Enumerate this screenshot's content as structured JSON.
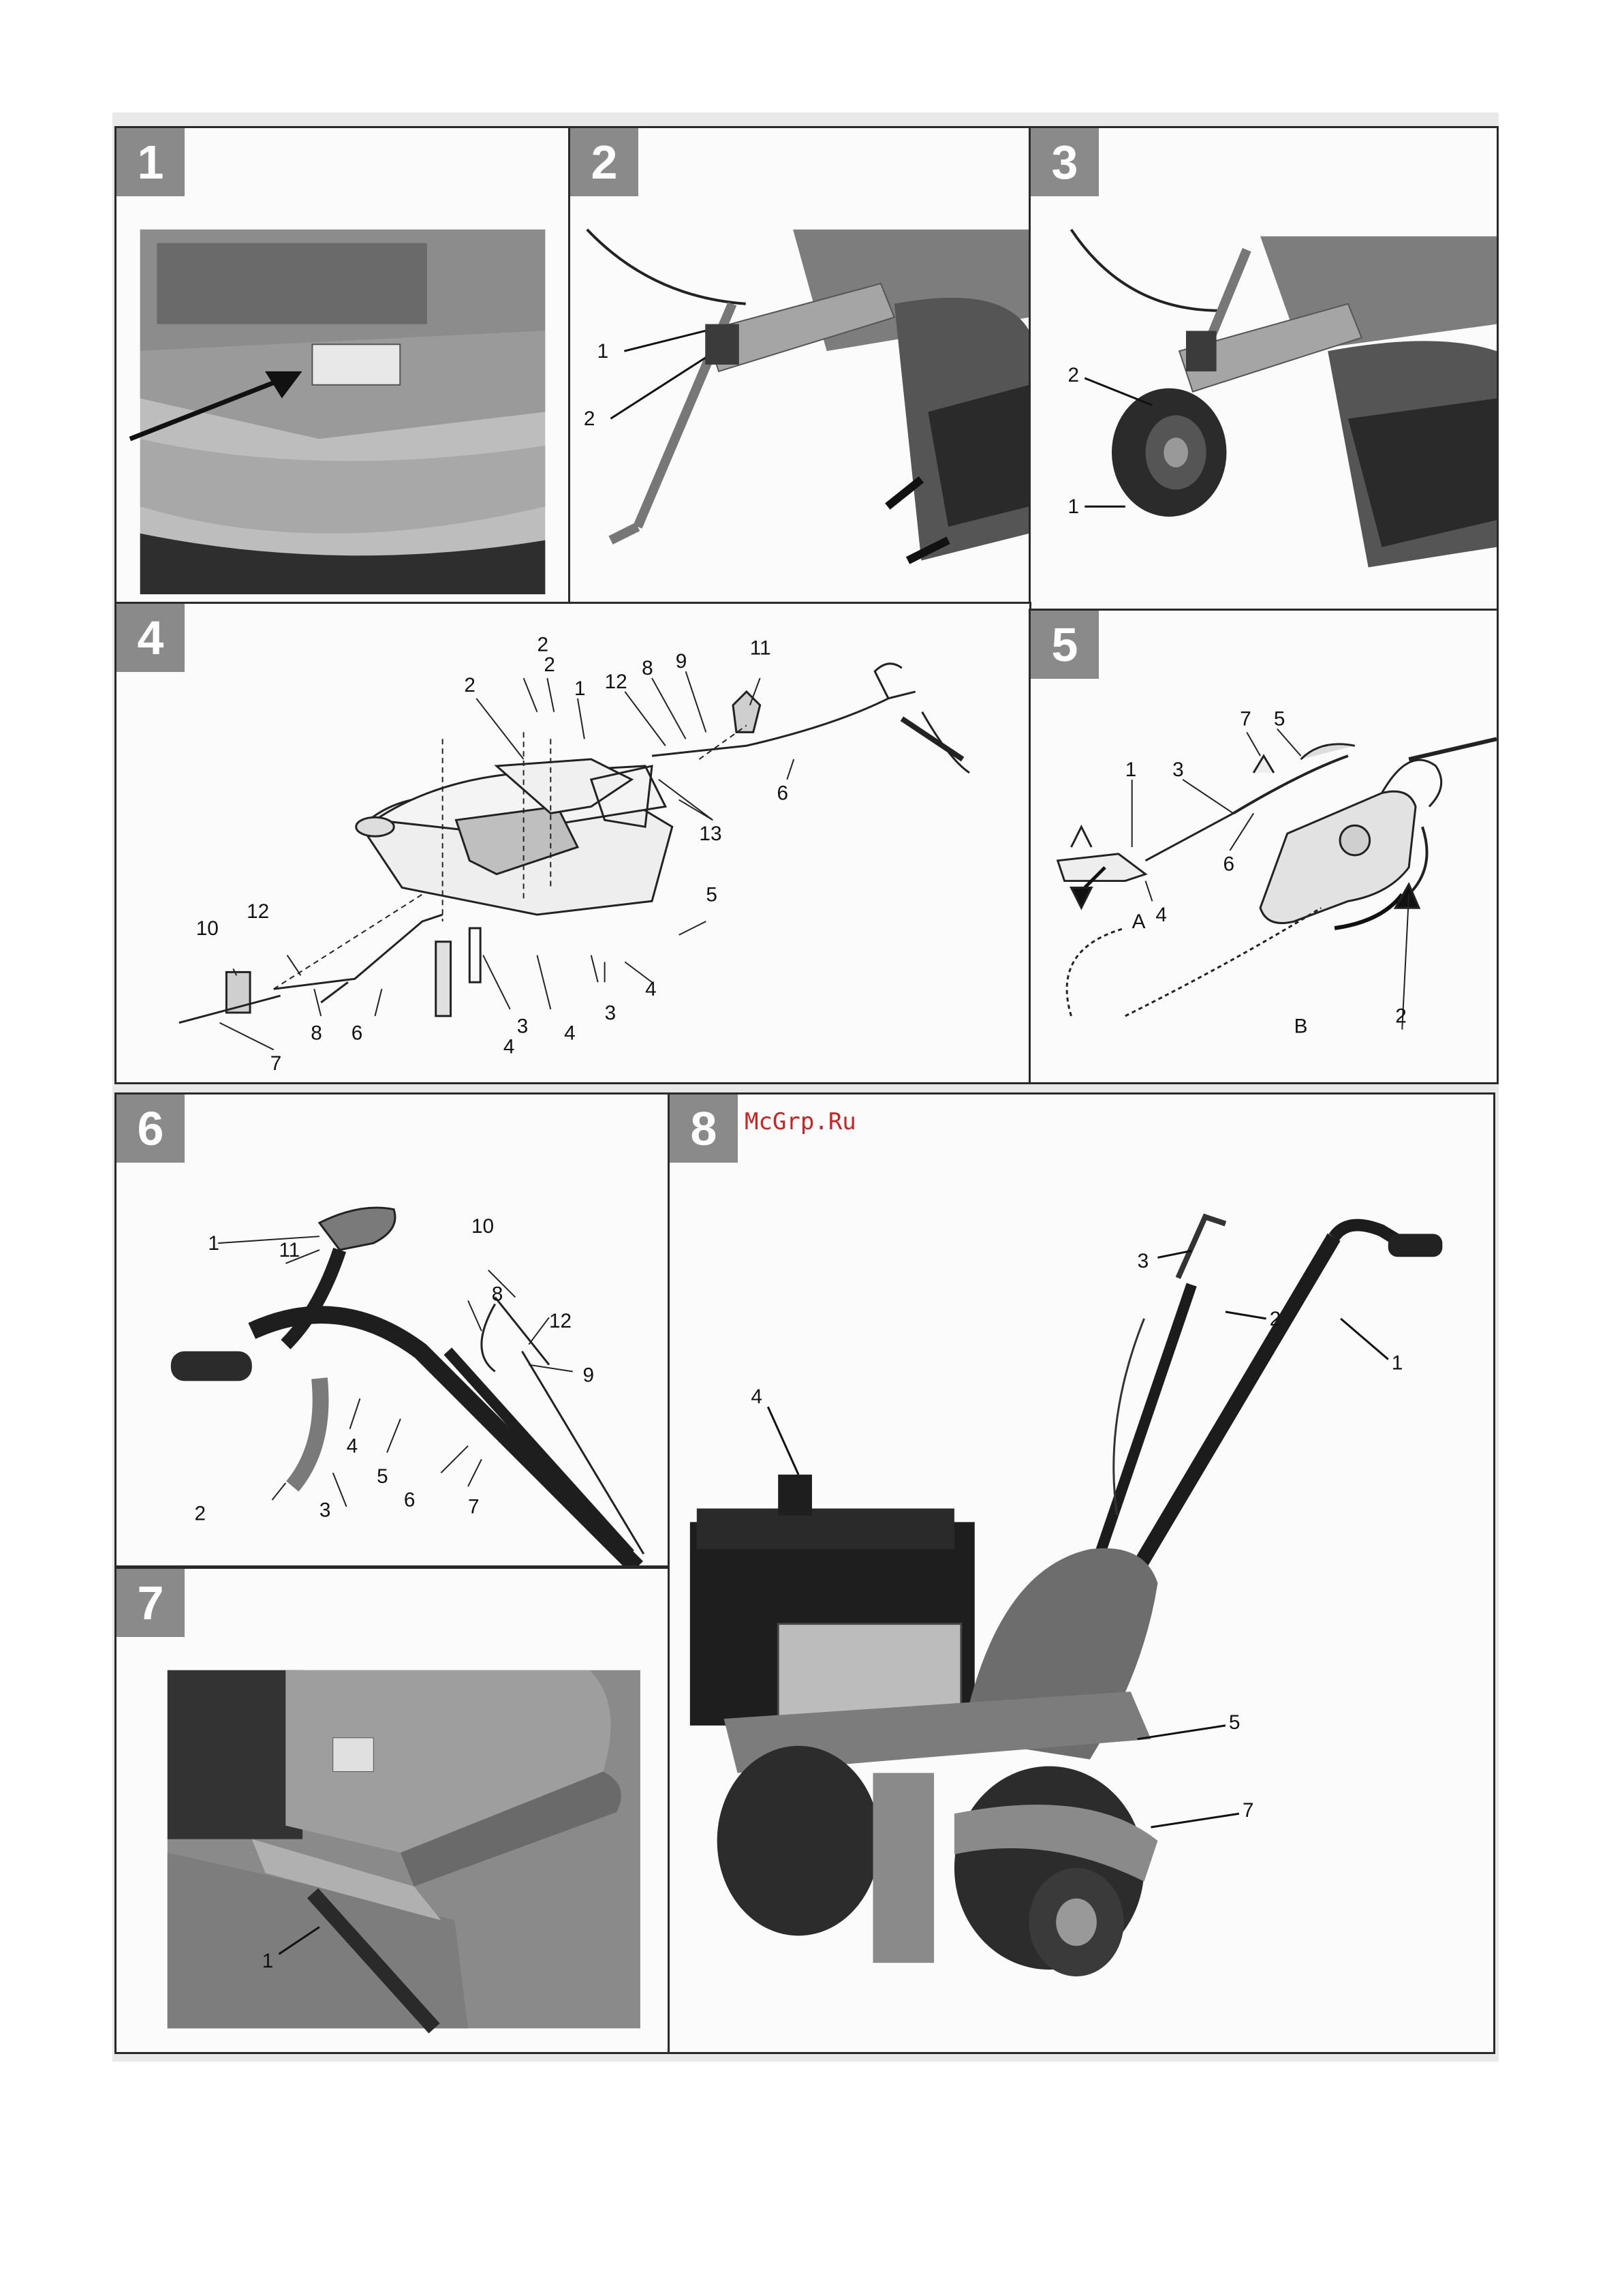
{
  "watermark": "McGrp.Ru",
  "figures": [
    {
      "number": "1",
      "callouts": []
    },
    {
      "number": "2",
      "callouts": [
        "1",
        "2"
      ]
    },
    {
      "number": "3",
      "callouts": [
        "2",
        "1"
      ]
    },
    {
      "number": "4",
      "callouts": [
        "2",
        "2",
        "2",
        "1",
        "12",
        "8",
        "9",
        "11",
        "6",
        "13",
        "5",
        "4",
        "3",
        "4",
        "3",
        "4",
        "12",
        "10",
        "8",
        "6",
        "7"
      ]
    },
    {
      "number": "5",
      "callouts": [
        "1",
        "3",
        "7",
        "5",
        "6",
        "A",
        "4",
        "B",
        "2"
      ]
    },
    {
      "number": "6",
      "callouts": [
        "1",
        "11",
        "10",
        "8",
        "12",
        "9",
        "4",
        "5",
        "6",
        "7",
        "2",
        "3"
      ]
    },
    {
      "number": "7",
      "callouts": [
        "1"
      ]
    },
    {
      "number": "8",
      "callouts": [
        "3",
        "2",
        "1",
        "4",
        "5",
        "7"
      ]
    }
  ],
  "colors": {
    "panel_border": "#2a2a2a",
    "badge": "#8a8a8a",
    "watermark": "#cc2222",
    "photo_dark": "#3a3a3a",
    "photo_mid": "#7a7a7a"
  }
}
